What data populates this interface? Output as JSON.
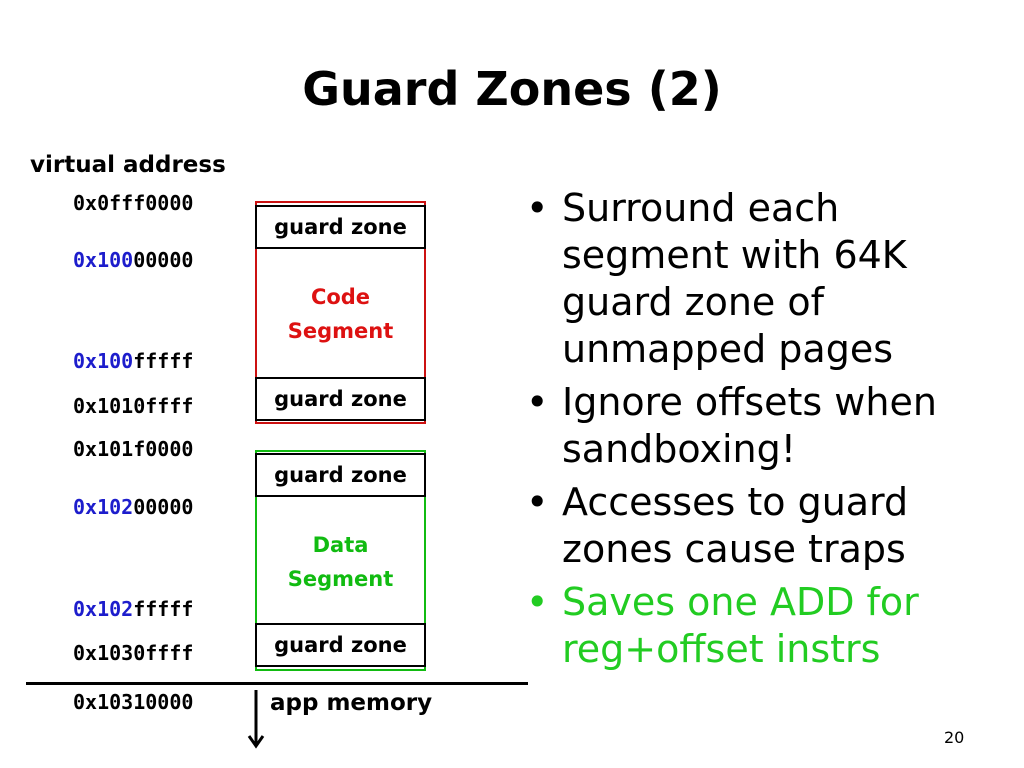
{
  "title": "Guard Zones (2)",
  "diagram": {
    "axis_label": "virtual address",
    "addresses": [
      {
        "prefix": "",
        "rest": "0x0fff0000"
      },
      {
        "prefix": "0x100",
        "rest": "00000"
      },
      {
        "prefix": "0x100",
        "rest": "fffff"
      },
      {
        "prefix": "",
        "rest": "0x1010ffff"
      },
      {
        "prefix": "",
        "rest": "0x101f0000"
      },
      {
        "prefix": "0x102",
        "rest": "00000"
      },
      {
        "prefix": "0x102",
        "rest": "fffff"
      },
      {
        "prefix": "",
        "rest": "0x1030ffff"
      },
      {
        "prefix": "",
        "rest": "0x10310000"
      }
    ],
    "guard_label": "guard zone",
    "code_segment": {
      "line1": "Code",
      "line2": "Segment",
      "color": "#dd1111"
    },
    "data_segment": {
      "line1": "Data",
      "line2": "Segment",
      "color": "#11bb11"
    },
    "app_memory_label": "app memory"
  },
  "bullets": [
    {
      "text": "Surround each segment with 64K guard zone of unmapped pages"
    },
    {
      "text": "Ignore offsets when sandboxing!"
    },
    {
      "text": "Accesses to guard zones cause traps"
    },
    {
      "text": "Saves one ADD for reg+offset instrs",
      "color": "#22cc22"
    }
  ],
  "bullet_symbol": "•",
  "page_number": "20"
}
